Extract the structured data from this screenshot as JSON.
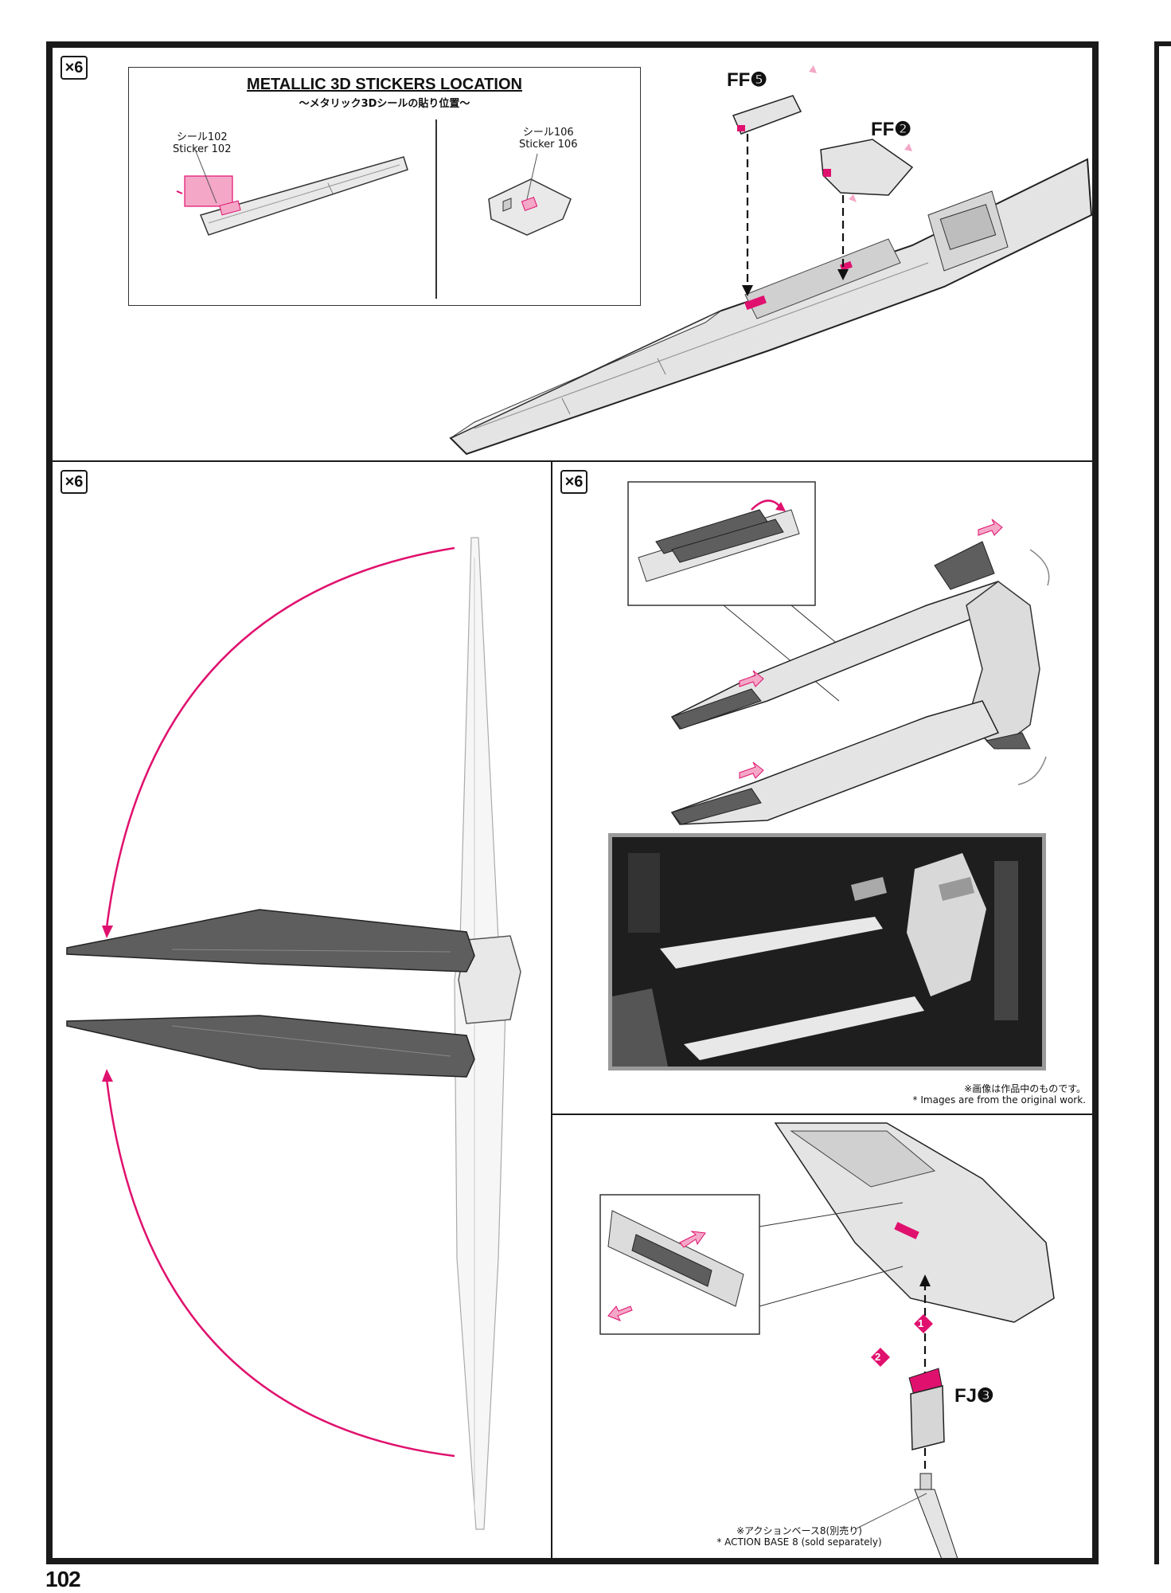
{
  "page": {
    "number": "102"
  },
  "colors": {
    "accent": "#e0116e",
    "line": "#1a1a1a",
    "part_gray": "#d6d6d6",
    "part_dark": "#5e5e5e"
  },
  "step1": {
    "qty": "×6",
    "sticker_box": {
      "title": "METALLIC 3D STICKERS LOCATION",
      "subtitle": "〜メタリック3Dシールの貼り位置〜",
      "left_label_jp": "シール102",
      "left_label_en": "Sticker 102",
      "right_label_jp": "シール106",
      "right_label_en": "Sticker 106"
    },
    "part_ff5": "FF❺",
    "part_ff2": "FF❷"
  },
  "step2": {
    "qty": "×6"
  },
  "step3": {
    "qty": "×6",
    "photo_note_jp": "※画像は作品中のものです。",
    "photo_note_en": "* Images are from the original work."
  },
  "step4": {
    "part_fj3": "FJ❸",
    "step_1": "1",
    "step_2": "2",
    "base_note_jp": "※アクションベース8(別売り)",
    "base_note_en": "* ACTION BASE 8 (sold separately)"
  },
  "icons": [
    "arrow-icon",
    "pink-arrow-icon",
    "numbered-step-icon"
  ]
}
